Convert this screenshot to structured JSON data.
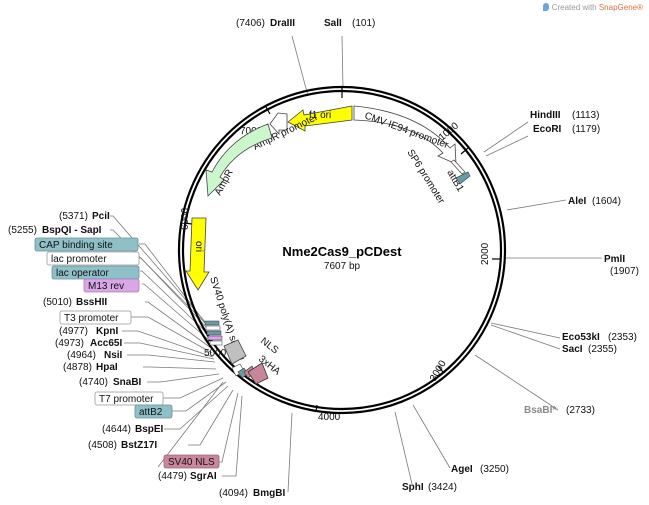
{
  "credit": {
    "prefix": "Created with ",
    "brand": "SnapGene®"
  },
  "plasmid": {
    "name": "Nme2Cas9_pCDest",
    "size": "7607 bp"
  },
  "ticks": [
    "1000",
    "2000",
    "3000",
    "4000",
    "5000",
    "6000",
    "7000"
  ],
  "enzymes_right": [
    {
      "name": "SalI",
      "pos": "(101)"
    },
    {
      "name": "HindIII",
      "pos": "(1113)"
    },
    {
      "name": "EcoRI",
      "pos": "(1179)"
    },
    {
      "name": "AleI",
      "pos": "(1604)"
    },
    {
      "name": "PmlI",
      "pos": "(1907)"
    },
    {
      "name": "Eco53kI",
      "pos": "(2353)"
    },
    {
      "name": "SacI",
      "pos": "(2355)"
    },
    {
      "name": "BsaBI*",
      "pos": "(2733)"
    },
    {
      "name": "AgeI",
      "pos": "(3250)"
    },
    {
      "name": "SphI",
      "pos": "(3424)"
    }
  ],
  "enzymes_left": [
    {
      "name": "DraIII",
      "pos": "(7406)"
    },
    {
      "name": "PciI",
      "pos": "(5371)"
    },
    {
      "name": "BspQI - SapI",
      "pos": "(5255)"
    },
    {
      "name": "BssHII",
      "pos": "(5010)"
    },
    {
      "name": "KpnI",
      "pos": "(4977)"
    },
    {
      "name": "Acc65I",
      "pos": "(4973)"
    },
    {
      "name": "NsiI",
      "pos": "(4964)"
    },
    {
      "name": "HpaI",
      "pos": "(4878)"
    },
    {
      "name": "SnaBI",
      "pos": "(4740)"
    },
    {
      "name": "BspEI",
      "pos": "(4644)"
    },
    {
      "name": "BstZ17I",
      "pos": "(4508)"
    },
    {
      "name": "SgrAI",
      "pos": "(4479)"
    },
    {
      "name": "BmgBI",
      "pos": "(4094)"
    }
  ],
  "feature_boxes": [
    {
      "label": "CAP binding site",
      "color": "#8fc0c8"
    },
    {
      "label": "lac promoter",
      "color": "#ffffff"
    },
    {
      "label": "lac operator",
      "color": "#8fc0c8"
    },
    {
      "label": "M13 rev",
      "color": "#d9a6e6"
    },
    {
      "label": "T3 promoter",
      "color": "#ffffff"
    },
    {
      "label": "T7 promoter",
      "color": "#ffffff"
    },
    {
      "label": "attB2",
      "color": "#8fc0c8"
    },
    {
      "label": "SV40 NLS",
      "color": "#c9869a"
    }
  ],
  "features": {
    "f1ori": "f1 ori",
    "amppromoter": "AmpR promoter",
    "ampr": "AmpR",
    "ori": "ori",
    "cmv": "CMV IE94 promoter",
    "sp6": "SP6 promoter",
    "attb1": "attB1",
    "sv40polya": "SV40 poly(A) signal",
    "nls": "NLS",
    "ha": "3xHA"
  },
  "colors": {
    "yellow": "#ffff00",
    "green": "#ccf7cc",
    "teal": "#6a9aa6",
    "pink": "#c9869a"
  }
}
